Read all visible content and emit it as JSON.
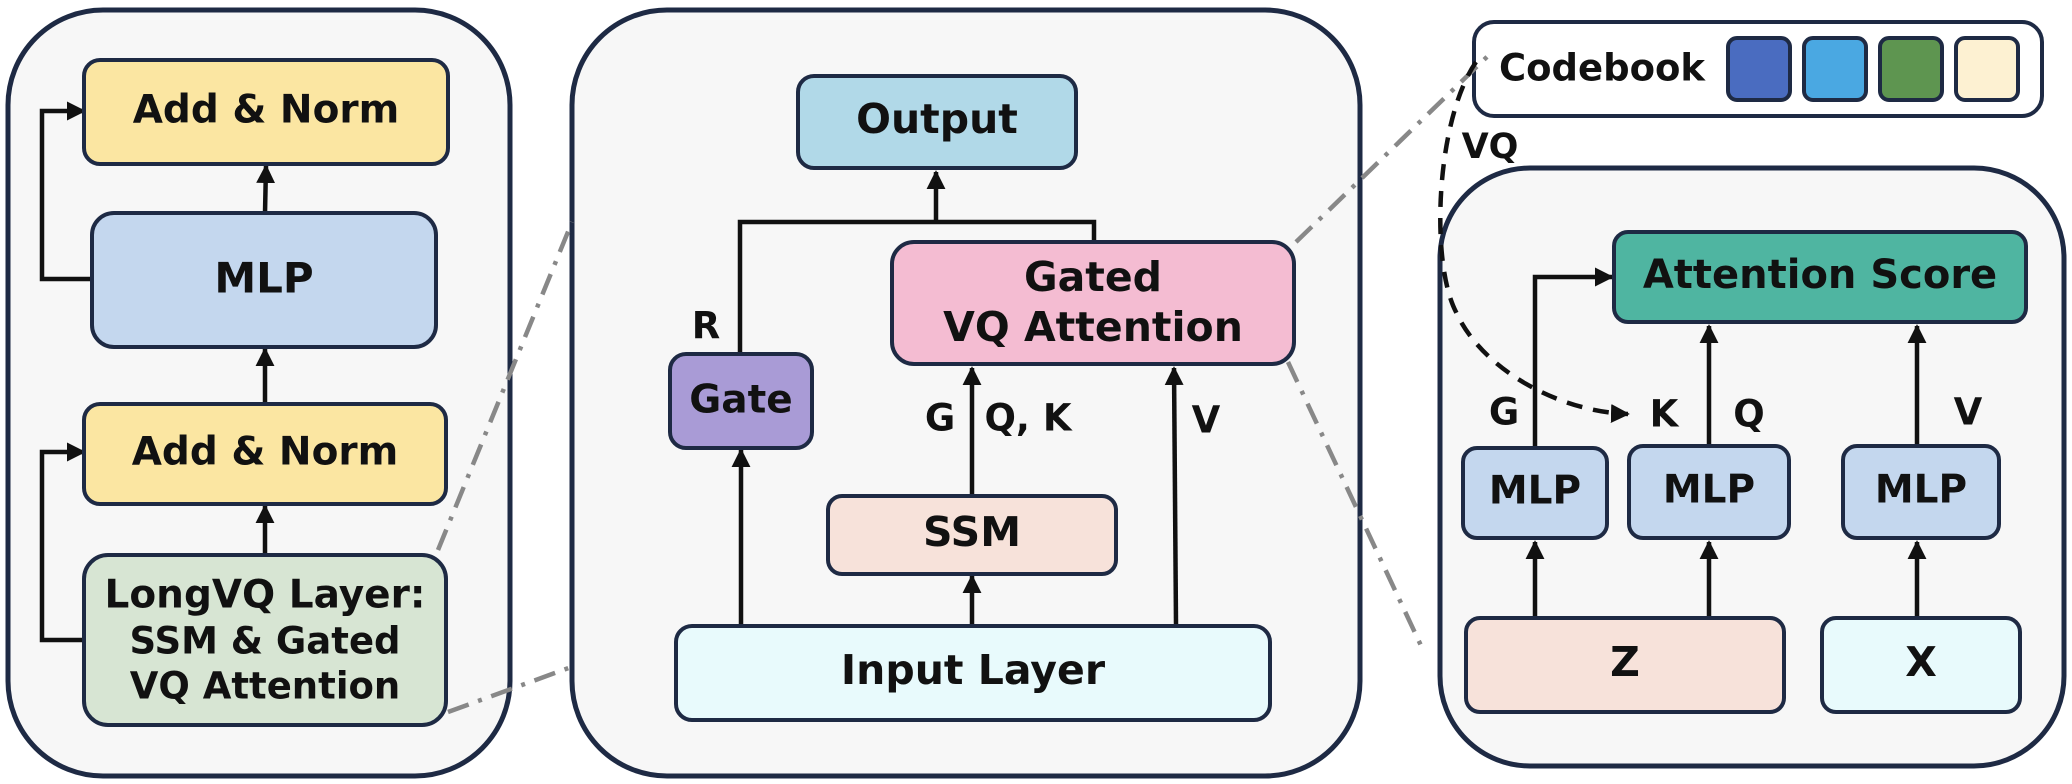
{
  "colors": {
    "add_norm": "#fbe6a2",
    "mlp": "#c4d7ee",
    "longvq": "#d7e5d3",
    "output": "#b1d9e8",
    "gated_attention": "#f4bcd2",
    "gate": "#a99bd6",
    "ssm": "#f7e2da",
    "input": "#e8fafc",
    "attention_score": "#4fb5a1",
    "z": "#f7e2da",
    "x": "#e8fafc",
    "codebook_swatches": [
      "#4a6cc0",
      "#4aa8e2",
      "#5e9550",
      "#fdf1d2"
    ]
  },
  "left_panel": {
    "add_norm_top": "Add & Norm",
    "mlp": "MLP",
    "add_norm_bottom": "Add & Norm",
    "longvq_line1": "LongVQ Layer:",
    "longvq_line2": "SSM & Gated",
    "longvq_line3": "VQ Attention"
  },
  "middle_panel": {
    "output": "Output",
    "gated_line1": "Gated",
    "gated_line2": "VQ Attention",
    "gate": "Gate",
    "ssm": "SSM",
    "input": "Input Layer",
    "label_r": "R",
    "label_g": "G",
    "label_qk": "Q, K",
    "label_v": "V"
  },
  "codebook": {
    "label": "Codebook",
    "vq_label": "VQ"
  },
  "right_panel": {
    "attention_score": "Attention Score",
    "mlp_g": "MLP",
    "mlp_kq": "MLP",
    "mlp_v": "MLP",
    "z": "Z",
    "x": "X",
    "label_g": "G",
    "label_k": "K",
    "label_q": "Q",
    "label_v": "V"
  }
}
